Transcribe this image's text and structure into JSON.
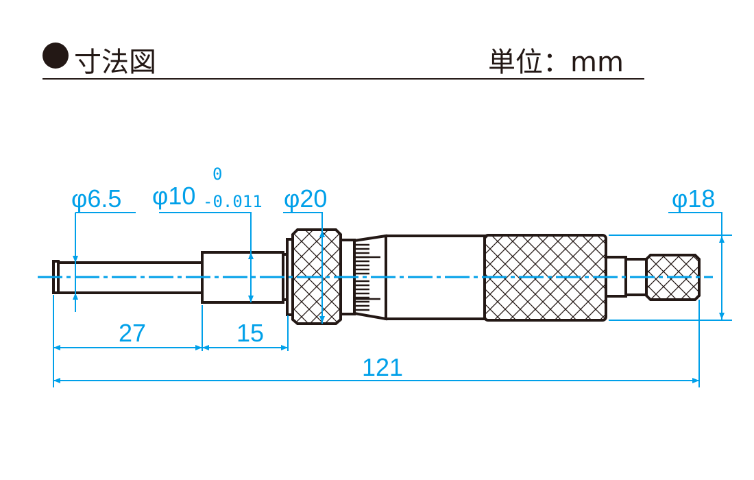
{
  "header": {
    "title": "寸法図",
    "unit": "単位：mm"
  },
  "colors": {
    "dimension": "#00a0e9",
    "outline": "#231815"
  },
  "dimensions": {
    "spindle_dia": "φ6.5",
    "sleeve_dia": "φ10",
    "sleeve_tol_upper": "0",
    "sleeve_tol_lower": "-0.011",
    "thimble_dia": "φ20",
    "barrel_dia": "φ18",
    "spindle_length": "27",
    "sleeve_length": "15",
    "total_length": "121"
  }
}
